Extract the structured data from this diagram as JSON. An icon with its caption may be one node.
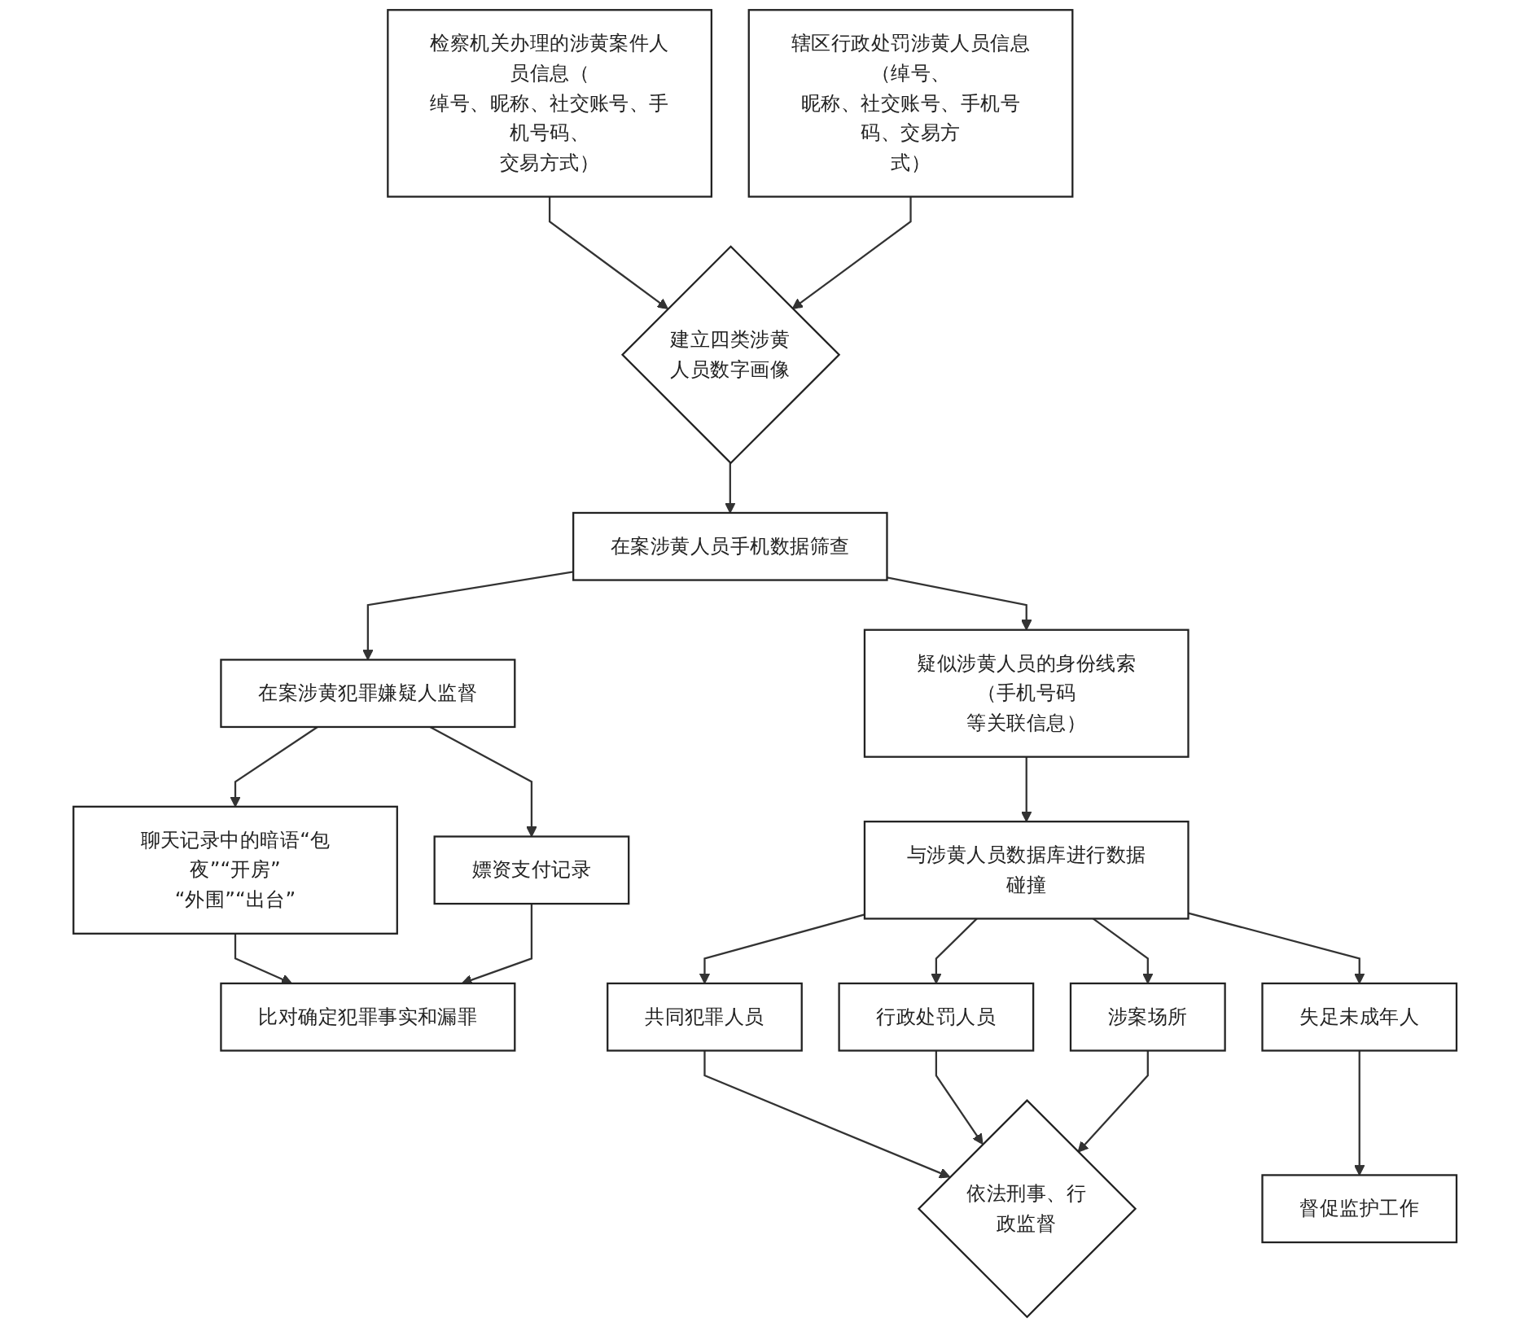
{
  "diagram": {
    "nodes": [
      {
        "text": [
          "检察机关办理的涉黄案件人员信息（绰号、昵称、社交账号、手机号码、交易方式）"
        ]
      },
      {
        "text": [
          "辖区行政处罚涉黄人员信息（绰号、昵称、社交账号、手机号码、交易方式）"
        ]
      },
      {
        "text": [
          "建立四类涉黄人员数字画像"
        ]
      },
      {
        "text": [
          "在案涉黄人员手机数据筛查"
        ]
      },
      {
        "text": [
          "在案涉黄犯罪嫌疑人监督"
        ]
      },
      {
        "text": [
          "疑似涉黄人员的身份线索（手机号码等关联信息）"
        ]
      },
      {
        "text": [
          "聊天记录中的暗语“包夜”“开房”“外围”“出台”"
        ]
      },
      {
        "text": [
          "嫖资支付记录"
        ]
      },
      {
        "text": [
          "比对确定犯罪事实和漏罪"
        ]
      },
      {
        "text": [
          "与涉黄人员数据库进行数据碰撞"
        ]
      },
      {
        "text": [
          "共同犯罪人员"
        ]
      },
      {
        "text": [
          "行政处罚人员"
        ]
      },
      {
        "text": [
          "涉案场所"
        ]
      },
      {
        "text": [
          "失足未成年人"
        ]
      },
      {
        "text": [
          "依法刑事、行政监督"
        ]
      },
      {
        "text": [
          "督促监护工作"
        ]
      }
    ],
    "edges": [
      {
        "from": 0,
        "to": 2,
        "arrow": "to"
      },
      {
        "from": 1,
        "to": 2,
        "arrow": "to"
      },
      {
        "from": 2,
        "to": 3,
        "arrow": "to"
      },
      {
        "from": 3,
        "to": 4,
        "arrow": "to"
      },
      {
        "from": 3,
        "to": 5,
        "arrow": "to"
      },
      {
        "from": 4,
        "to": 6,
        "arrow": "to"
      },
      {
        "from": 4,
        "to": 7,
        "arrow": "to"
      },
      {
        "from": 6,
        "to": 8,
        "arrow": "to"
      },
      {
        "from": 7,
        "to": 8,
        "arrow": "to"
      },
      {
        "from": 5,
        "to": 9,
        "arrow": "to"
      },
      {
        "from": 9,
        "to": 10,
        "arrow": "to"
      },
      {
        "from": 9,
        "to": 11,
        "arrow": "to"
      },
      {
        "from": 9,
        "to": 12,
        "arrow": "to"
      },
      {
        "from": 9,
        "to": 13,
        "arrow": "to"
      },
      {
        "from": 10,
        "to": 14,
        "arrow": "to"
      },
      {
        "from": 11,
        "to": 14,
        "arrow": "to"
      },
      {
        "from": 12,
        "to": 14,
        "arrow": "to"
      },
      {
        "from": 13,
        "to": 15,
        "arrow": "to"
      }
    ]
  }
}
